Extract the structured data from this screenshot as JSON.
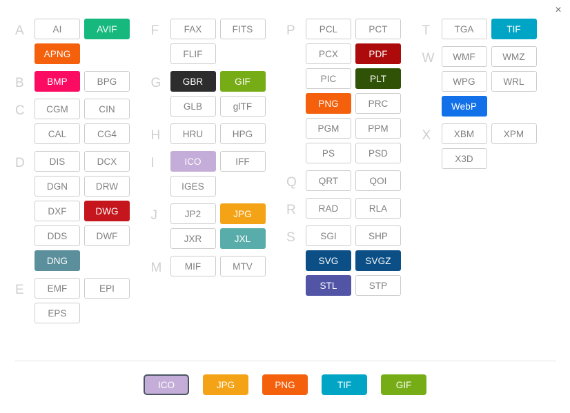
{
  "window": {
    "close_label": "×"
  },
  "colors": {
    "default_bg": "#ffffff",
    "default_border": "#cccccc",
    "default_text": "#808080",
    "letter_label": "#cfcfcf",
    "divider": "#e2e2e2",
    "selected_outline": "#4a5561"
  },
  "columns": [
    {
      "name": "column-1",
      "groups": [
        {
          "letter": "A",
          "buttons": [
            {
              "label": "AI",
              "color": null
            },
            {
              "label": "AVIF",
              "color": "#16b87e"
            },
            {
              "label": "APNG",
              "color": "#f4600c"
            }
          ]
        },
        {
          "letter": "B",
          "buttons": [
            {
              "label": "BMP",
              "color": "#fb0b62"
            },
            {
              "label": "BPG",
              "color": null
            }
          ]
        },
        {
          "letter": "C",
          "buttons": [
            {
              "label": "CGM",
              "color": null
            },
            {
              "label": "CIN",
              "color": null
            },
            {
              "label": "CAL",
              "color": null
            },
            {
              "label": "CG4",
              "color": null
            }
          ]
        },
        {
          "letter": "D",
          "buttons": [
            {
              "label": "DIS",
              "color": null
            },
            {
              "label": "DCX",
              "color": null
            },
            {
              "label": "DGN",
              "color": null
            },
            {
              "label": "DRW",
              "color": null
            },
            {
              "label": "DXF",
              "color": null
            },
            {
              "label": "DWG",
              "color": "#c4161c"
            },
            {
              "label": "DDS",
              "color": null
            },
            {
              "label": "DWF",
              "color": null
            },
            {
              "label": "DNG",
              "color": "#5b8f9c"
            }
          ]
        },
        {
          "letter": "E",
          "buttons": [
            {
              "label": "EMF",
              "color": null
            },
            {
              "label": "EPI",
              "color": null
            },
            {
              "label": "EPS",
              "color": null
            }
          ]
        }
      ]
    },
    {
      "name": "column-2",
      "groups": [
        {
          "letter": "F",
          "buttons": [
            {
              "label": "FAX",
              "color": null
            },
            {
              "label": "FITS",
              "color": null
            },
            {
              "label": "FLIF",
              "color": null
            }
          ]
        },
        {
          "letter": "G",
          "buttons": [
            {
              "label": "GBR",
              "color": "#2d2d2d"
            },
            {
              "label": "GIF",
              "color": "#76ad16"
            },
            {
              "label": "GLB",
              "color": null
            },
            {
              "label": "glTF",
              "color": null
            }
          ]
        },
        {
          "letter": "H",
          "buttons": [
            {
              "label": "HRU",
              "color": null
            },
            {
              "label": "HPG",
              "color": null
            }
          ]
        },
        {
          "letter": "I",
          "buttons": [
            {
              "label": "ICO",
              "color": "#c4add8"
            },
            {
              "label": "IFF",
              "color": null
            },
            {
              "label": "IGES",
              "color": null
            }
          ]
        },
        {
          "letter": "J",
          "buttons": [
            {
              "label": "JP2",
              "color": null
            },
            {
              "label": "JPG",
              "color": "#f5a316"
            },
            {
              "label": "JXR",
              "color": null
            },
            {
              "label": "JXL",
              "color": "#58adaa"
            }
          ]
        },
        {
          "letter": "M",
          "buttons": [
            {
              "label": "MIF",
              "color": null
            },
            {
              "label": "MTV",
              "color": null
            }
          ]
        }
      ]
    },
    {
      "name": "column-3",
      "groups": [
        {
          "letter": "P",
          "buttons": [
            {
              "label": "PCL",
              "color": null
            },
            {
              "label": "PCT",
              "color": null
            },
            {
              "label": "PCX",
              "color": null
            },
            {
              "label": "PDF",
              "color": "#ad0b0b"
            },
            {
              "label": "PIC",
              "color": null
            },
            {
              "label": "PLT",
              "color": "#2f5206"
            },
            {
              "label": "PNG",
              "color": "#f4600c"
            },
            {
              "label": "PRC",
              "color": null
            },
            {
              "label": "PGM",
              "color": null
            },
            {
              "label": "PPM",
              "color": null
            },
            {
              "label": "PS",
              "color": null
            },
            {
              "label": "PSD",
              "color": null
            }
          ]
        },
        {
          "letter": "Q",
          "buttons": [
            {
              "label": "QRT",
              "color": null
            },
            {
              "label": "QOI",
              "color": null
            }
          ]
        },
        {
          "letter": "R",
          "buttons": [
            {
              "label": "RAD",
              "color": null
            },
            {
              "label": "RLA",
              "color": null
            }
          ]
        },
        {
          "letter": "S",
          "buttons": [
            {
              "label": "SGI",
              "color": null
            },
            {
              "label": "SHP",
              "color": null
            },
            {
              "label": "SVG",
              "color": "#0b4f86"
            },
            {
              "label": "SVGZ",
              "color": "#0b4f86"
            },
            {
              "label": "STL",
              "color": "#5255a6"
            },
            {
              "label": "STP",
              "color": null
            }
          ]
        }
      ]
    },
    {
      "name": "column-4",
      "groups": [
        {
          "letter": "T",
          "buttons": [
            {
              "label": "TGA",
              "color": null
            },
            {
              "label": "TIF",
              "color": "#00a5c6"
            }
          ]
        },
        {
          "letter": "W",
          "buttons": [
            {
              "label": "WMF",
              "color": null
            },
            {
              "label": "WMZ",
              "color": null
            },
            {
              "label": "WPG",
              "color": null
            },
            {
              "label": "WRL",
              "color": null
            },
            {
              "label": "WebP",
              "color": "#1271e8"
            }
          ]
        },
        {
          "letter": "X",
          "buttons": [
            {
              "label": "XBM",
              "color": null
            },
            {
              "label": "XPM",
              "color": null
            },
            {
              "label": "X3D",
              "color": null
            }
          ]
        }
      ]
    }
  ],
  "footer": {
    "chips": [
      {
        "label": "ICO",
        "color": "#c4add8",
        "selected": true
      },
      {
        "label": "JPG",
        "color": "#f5a316",
        "selected": false
      },
      {
        "label": "PNG",
        "color": "#f4600c",
        "selected": false
      },
      {
        "label": "TIF",
        "color": "#00a5c6",
        "selected": false
      },
      {
        "label": "GIF",
        "color": "#76ad16",
        "selected": false
      }
    ]
  }
}
